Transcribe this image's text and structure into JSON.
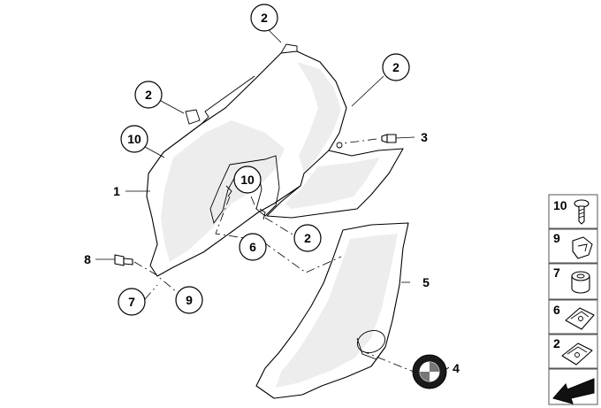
{
  "callouts": {
    "c2_top": "2",
    "c2_left": "2",
    "c2_right": "2",
    "c10_top": "10",
    "c1": "1",
    "c10_mid": "10",
    "c3": "3",
    "c6": "6",
    "c2_mid": "2",
    "c8": "8",
    "c7": "7",
    "c9": "9",
    "c5": "5",
    "c4": "4"
  },
  "legend": {
    "items": [
      {
        "number": "10",
        "icon": "screw-icon"
      },
      {
        "number": "9",
        "icon": "clip-nut-icon"
      },
      {
        "number": "7",
        "icon": "rubber-grommet-icon"
      },
      {
        "number": "6",
        "icon": "spring-nut-icon"
      },
      {
        "number": "2",
        "icon": "spring-nut-small-icon"
      },
      {
        "number": "",
        "icon": "arrow-icon"
      }
    ]
  }
}
